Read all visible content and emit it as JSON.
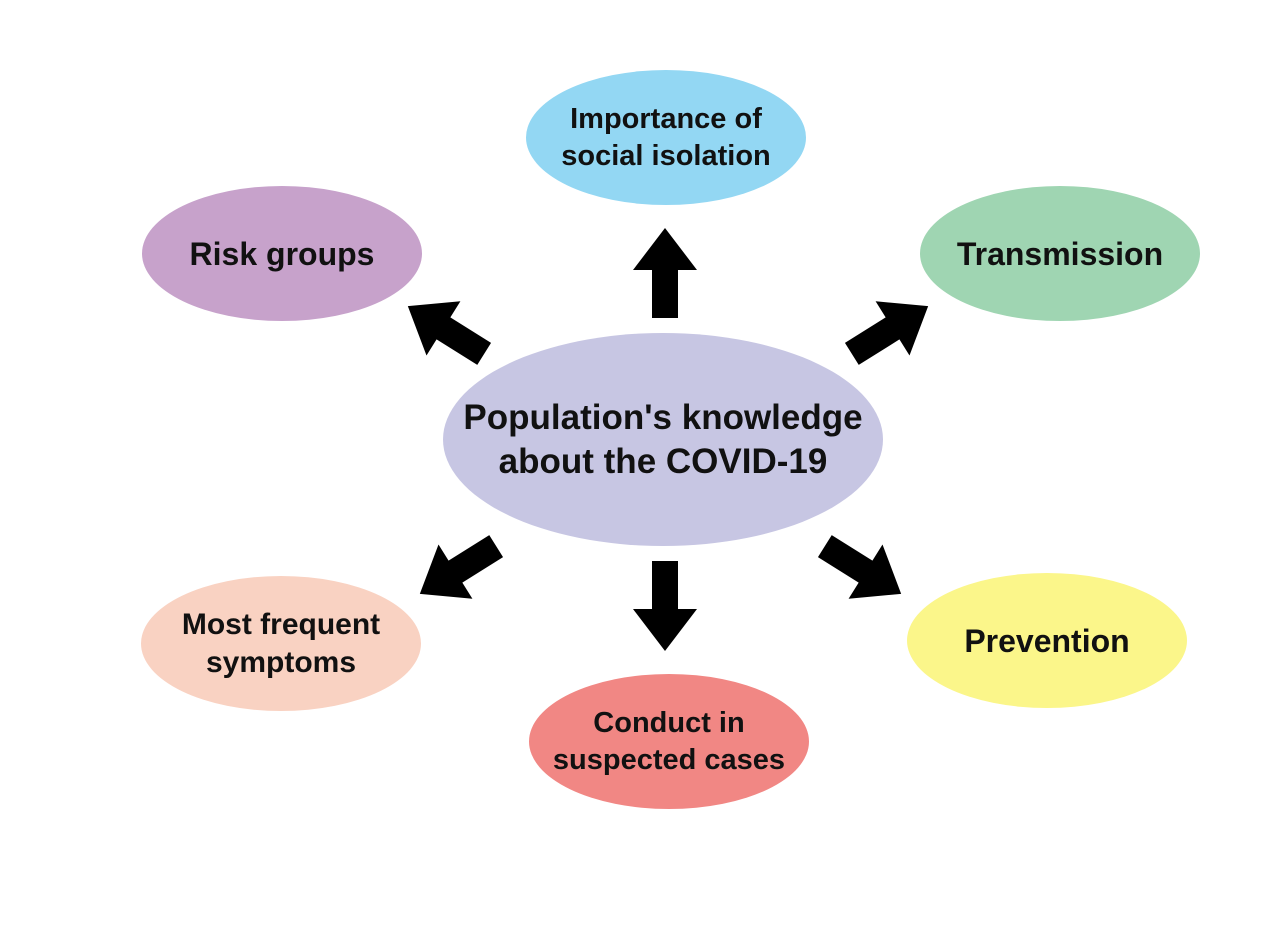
{
  "center": {
    "label": "Population's knowledge about the COVID-19",
    "color": "#c7c6e3"
  },
  "nodes": {
    "importance": {
      "label": "Importance of social isolation",
      "color": "#93d7f3"
    },
    "risk_groups": {
      "label": "Risk groups",
      "color": "#c7a2cb"
    },
    "transmission": {
      "label": "Transmission",
      "color": "#9fd5b2"
    },
    "symptoms": {
      "label": "Most frequent symptoms",
      "color": "#f9d2c2"
    },
    "conduct": {
      "label": "Conduct in suspected cases",
      "color": "#f18784"
    },
    "prevention": {
      "label": "Prevention",
      "color": "#fbf68a"
    }
  },
  "arrow_color": "#000000"
}
